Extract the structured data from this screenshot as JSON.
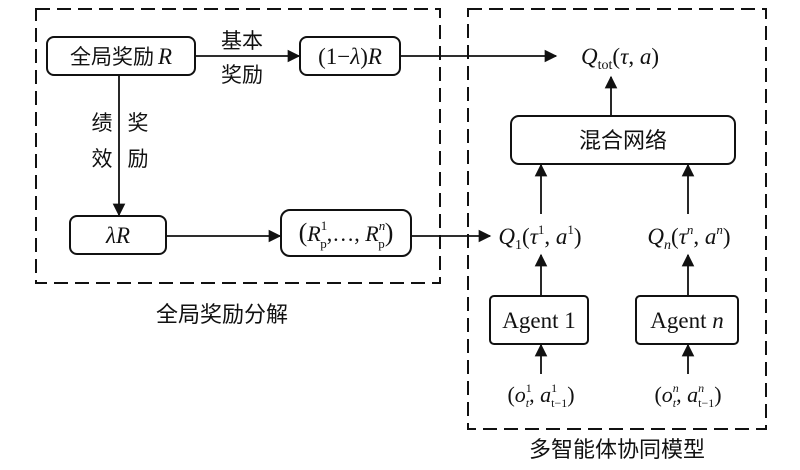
{
  "colors": {
    "ink": "#111111",
    "background": "#ffffff"
  },
  "left_group": {
    "caption": "全局奖励分解",
    "global_reward": {
      "label": "全局奖励",
      "symbol": "R"
    },
    "base_reward": {
      "edge_label_line1": "基本",
      "edge_label_line2": "奖励",
      "paren_open": "(1−",
      "lambda": "λ",
      "paren_close": ")",
      "symbol": "R"
    },
    "perf_reward": {
      "edge_label_col1_line1": "绩",
      "edge_label_col1_line2": "效",
      "edge_label_col2_line1": "奖",
      "edge_label_col2_line2": "励",
      "lambda": "λ",
      "symbol": "R"
    },
    "decomposed": {
      "open": "(",
      "first_symbol": "R",
      "first_sup": "1",
      "first_sub": "p",
      "ellipsis": ",…, ",
      "last_symbol": "R",
      "last_sup": "n",
      "last_sub": "p",
      "close": ")"
    }
  },
  "right_group": {
    "caption": "多智能体协同模型",
    "q_total": {
      "symbol": "Q",
      "sub": "tot",
      "args_open": "(",
      "tau": "τ",
      "comma": ", ",
      "a": "a",
      "args_close": ")"
    },
    "mixing_network": {
      "label": "混合网络"
    },
    "q1": {
      "symbol": "Q",
      "sub": "1",
      "open": "(",
      "tau": "τ",
      "tau_sup": "1",
      "comma": ", ",
      "a": "a",
      "a_sup": "1",
      "close": ")"
    },
    "qn": {
      "symbol": "Q",
      "sub": "n",
      "open": "(",
      "tau": "τ",
      "tau_sup": "n",
      "comma": ", ",
      "a": "a",
      "a_sup": "n",
      "close": ")"
    },
    "agent1": {
      "label": "Agent 1"
    },
    "agentn": {
      "label": "Agent ",
      "index": "n"
    },
    "obs1": {
      "open": "(",
      "o": "o",
      "o_sup": "1",
      "o_sub": "t",
      "comma": ", ",
      "a": "a",
      "a_sup": "1",
      "a_sub": "t−1",
      "close": ")"
    },
    "obsn": {
      "open": "(",
      "o": "o",
      "o_sup": "n",
      "o_sub": "t",
      "comma": ", ",
      "a": "a",
      "a_sup": "n",
      "a_sub": "t−1",
      "close": ")"
    }
  }
}
